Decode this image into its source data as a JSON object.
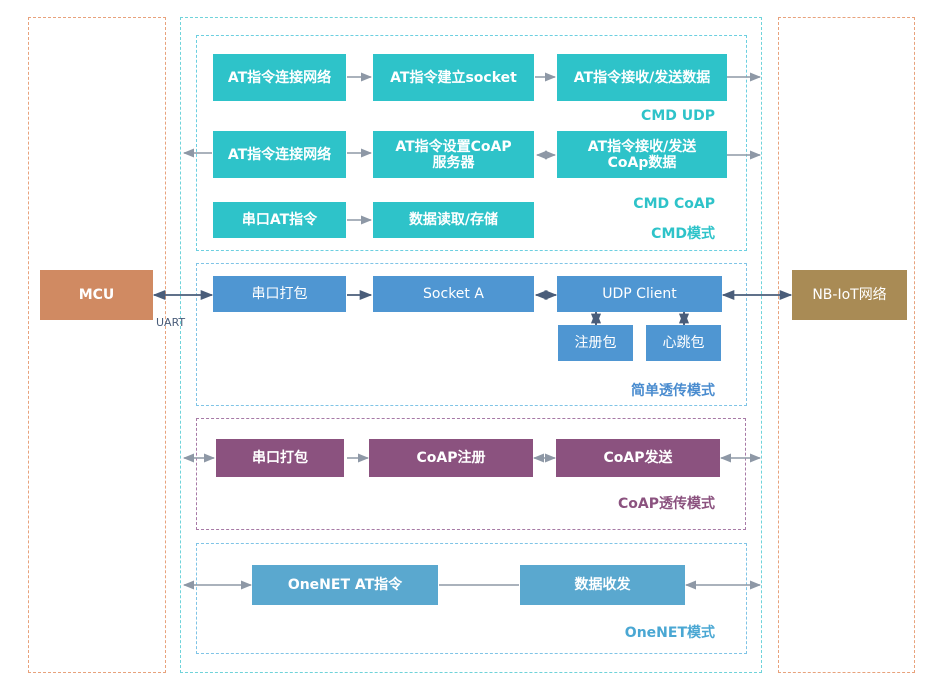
{
  "colors": {
    "teal": "#2ec3c9",
    "blue": "#4f96d2",
    "purple": "#8b527f",
    "sky": "#5aa8cf",
    "mcu": "#d08a62",
    "nbiot": "#a98b55",
    "arrow": "#8e98a6"
  },
  "endpoints": {
    "mcu": "MCU",
    "nbiot": "NB-IoT网络",
    "uart": "UART"
  },
  "cmd": {
    "udp": {
      "step1": "AT指令连接网络",
      "step2": "AT指令建立socket",
      "step3": "AT指令接收/发送数据",
      "label": "CMD UDP"
    },
    "coap": {
      "step1": "AT指令连接网络",
      "step2_line1": "AT指令设置CoAP",
      "step2_line2": "服务器",
      "step3_line1": "AT指令接收/发送",
      "step3_line2": "CoAp数据",
      "label": "CMD CoAP"
    },
    "serial": {
      "step1": "串口AT指令",
      "step2": "数据读取/存储"
    },
    "label": "CMD模式"
  },
  "simple": {
    "step1": "串口打包",
    "step2": "Socket A",
    "step3": "UDP Client",
    "sub1": "注册包",
    "sub2": "心跳包",
    "label": "简单透传模式"
  },
  "coap_mode": {
    "step1": "串口打包",
    "step2": "CoAP注册",
    "step3": "CoAP发送",
    "label": "CoAP透传模式"
  },
  "onenet": {
    "step1": "OneNET AT指令",
    "step2": "数据收发",
    "label": "OneNET模式"
  }
}
